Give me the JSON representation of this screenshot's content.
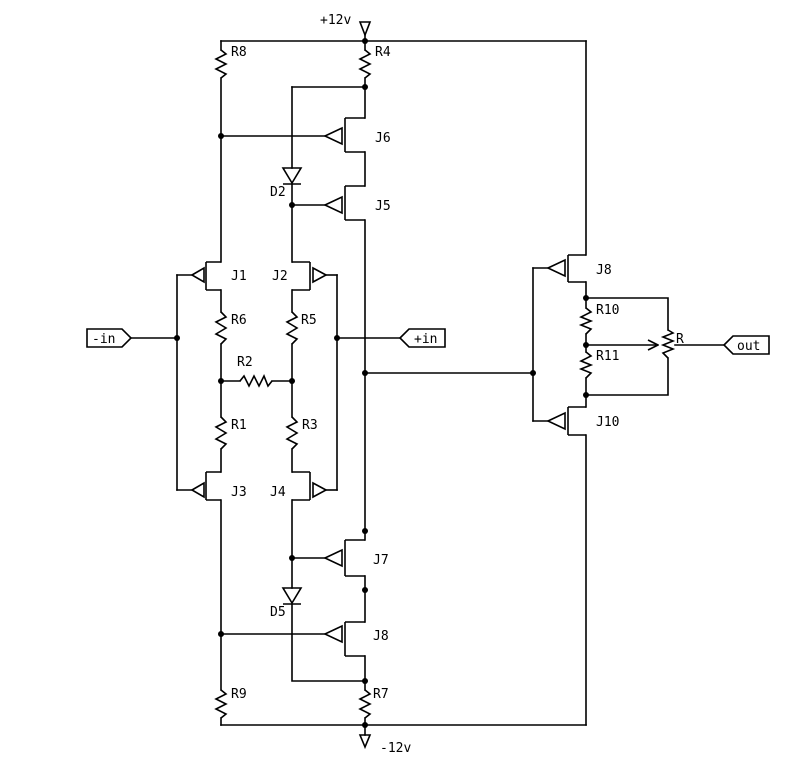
{
  "rails": {
    "pos": "+12v",
    "neg": "-12v"
  },
  "ports": {
    "in_minus": "-in",
    "in_plus": "+in",
    "out": "out"
  },
  "labels": {
    "R1": "R1",
    "R2": "R2",
    "R3": "R3",
    "R4": "R4",
    "R5": "R5",
    "R6": "R6",
    "R7": "R7",
    "R8": "R8",
    "R9": "R9",
    "R10": "R10",
    "R11": "R11",
    "R": "R",
    "J1": "J1",
    "J2": "J2",
    "J3": "J3",
    "J4": "J4",
    "J5": "J5",
    "J6": "J6",
    "J7": "J7",
    "J8a": "J8",
    "J8b": "J8",
    "J10": "J10",
    "D2": "D2",
    "D5": "D5"
  }
}
